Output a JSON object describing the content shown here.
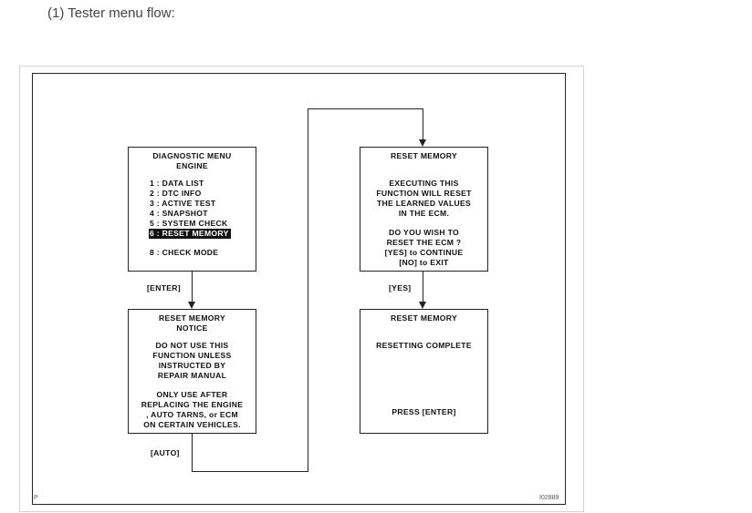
{
  "caption": "(1) Tester menu flow:",
  "diagnostic_menu": {
    "title_line1": "DIAGNOSTIC MENU",
    "title_line2": "ENGINE",
    "items": [
      {
        "label": "1 : DATA LIST",
        "highlighted": false
      },
      {
        "label": "2 : DTC INFO",
        "highlighted": false
      },
      {
        "label": "3 : ACTIVE TEST",
        "highlighted": false
      },
      {
        "label": "4 : SNAPSHOT",
        "highlighted": false
      },
      {
        "label": "5 : SYSTEM CHECK",
        "highlighted": false
      },
      {
        "label": "6 : RESET MEMORY",
        "highlighted": true
      }
    ],
    "last_item": "8 : CHECK MODE"
  },
  "notice": {
    "title_line1": "RESET MEMORY",
    "title_line2": "NOTICE",
    "paragraph1": [
      "DO NOT USE THIS",
      "FUNCTION UNLESS",
      "INSTRUCTED BY",
      "REPAIR MANUAL"
    ],
    "paragraph2": [
      "ONLY USE AFTER",
      "REPLACING THE ENGINE",
      ", AUTO TARNS, or ECM",
      "ON CERTAIN VEHICLES."
    ]
  },
  "confirm": {
    "title": "RESET MEMORY",
    "paragraph1": [
      "EXECUTING THIS",
      "FUNCTION WILL RESET",
      "THE LEARNED VALUES",
      "IN THE ECM."
    ],
    "paragraph2": [
      "DO YOU WISH TO",
      "RESET THE ECM ?",
      "[YES] to CONTINUE",
      "[NO] to EXIT"
    ]
  },
  "complete": {
    "title": "RESET MEMORY",
    "status": "RESETTING COMPLETE",
    "prompt": "PRESS [ENTER]"
  },
  "connectors": {
    "enter_label": "[ENTER]",
    "auto_label": "[AUTO]",
    "yes_label": "[YES]"
  },
  "figure_code_left": "P",
  "figure_code_right": "I02889"
}
